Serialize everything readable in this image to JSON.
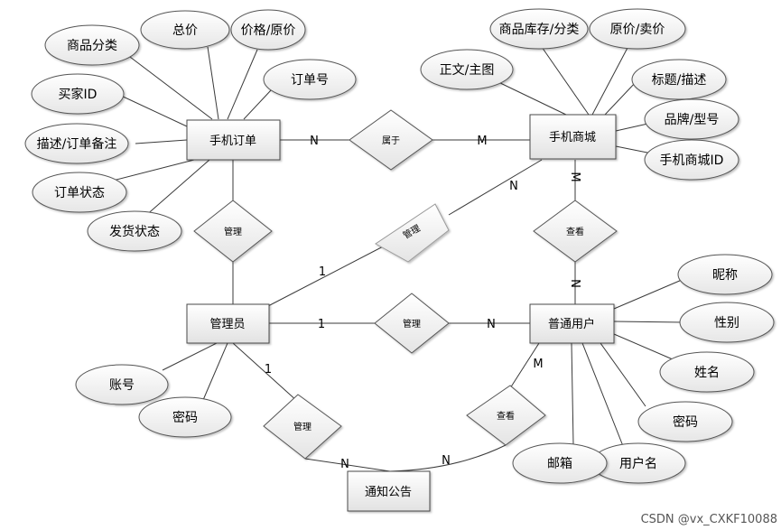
{
  "entities": {
    "order": "手机订单",
    "mall": "手机商城",
    "admin": "管理员",
    "user": "普通用户",
    "notice": "通知公告"
  },
  "relationships": {
    "belongs": "属于",
    "admin_order": "管理",
    "admin_mall": "管理",
    "admin_user": "管理",
    "admin_notice": "管理",
    "user_view_mall": "查看",
    "user_view_notice": "查看"
  },
  "attributes": {
    "order": [
      "商品分类",
      "总价",
      "价格/原价",
      "订单号",
      "买家ID",
      "描述/订单备注",
      "订单状态",
      "发货状态"
    ],
    "mall": [
      "商品库存/分类",
      "原价/卖价",
      "正文/主图",
      "标题/描述",
      "品牌/型号",
      "手机商城ID"
    ],
    "user": [
      "昵称",
      "性别",
      "姓名",
      "密码",
      "用户名",
      "邮箱"
    ],
    "admin": [
      "账号",
      "密码"
    ]
  },
  "cardinalities": {
    "order_belongs": "N",
    "belongs_mall": "M",
    "mall_view": "M",
    "view_user": "N",
    "admin_mall_admin": "1",
    "admin_mall_mall": "N",
    "admin_user_admin": "1",
    "admin_user_user": "N",
    "admin_notice_admin": "1",
    "admin_notice_notice": "N",
    "user_notice_user": "M",
    "user_notice_notice": "N"
  },
  "watermark": "CSDN @vx_CXKF10088"
}
